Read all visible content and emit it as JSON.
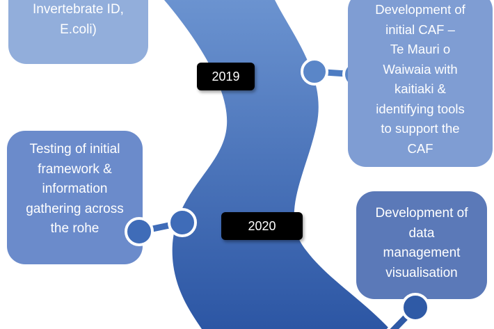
{
  "boxes": {
    "top_left": {
      "lines": [
        "Invertebrate ID,",
        "E.coli)"
      ]
    },
    "top_right": {
      "lines": [
        "Development of",
        "initial CAF –",
        "Te Mauri o",
        " Waiwaia with",
        "kaitiaki &",
        "identifying tools",
        "to support the",
        "CAF"
      ]
    },
    "mid_left": {
      "lines": [
        "Testing of initial",
        "framework &",
        "information",
        "gathering across",
        "the rohe"
      ]
    },
    "bottom_right": {
      "lines": [
        "Development of",
        "data",
        "management",
        "visualisation"
      ]
    }
  },
  "years": {
    "y2019": "2019",
    "y2020": "2020"
  },
  "colors": {
    "box1": "#92aedb",
    "box2": "#7f9dd3",
    "box3": "#6b8bcb",
    "box4": "#5b79b8",
    "river_top": "#6b93d0",
    "river_bottom": "#2c56a4"
  }
}
